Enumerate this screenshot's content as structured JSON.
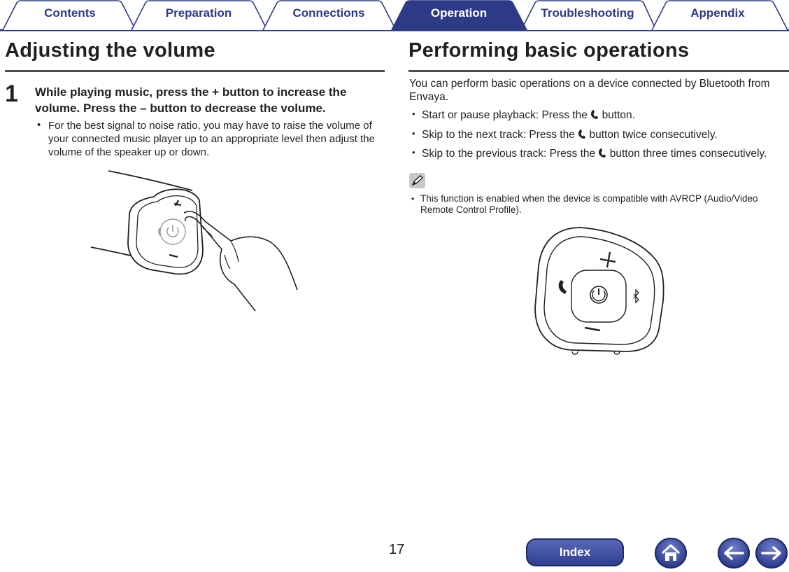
{
  "tabs": [
    {
      "label": "Contents",
      "active": false
    },
    {
      "label": "Preparation",
      "active": false
    },
    {
      "label": "Connections",
      "active": false
    },
    {
      "label": "Operation",
      "active": true
    },
    {
      "label": "Troubleshooting",
      "active": false
    },
    {
      "label": "Appendix",
      "active": false
    }
  ],
  "left": {
    "heading": "Adjusting the volume",
    "step_number": "1",
    "step_text": "While playing music, press the + button to increase the volume. Press the – button to decrease the volume.",
    "bullet": "For the best signal to noise ratio, you may have to raise the volume of your connected music player up to an appropriate level then adjust the volume of the speaker up or down."
  },
  "right": {
    "heading": "Performing basic operations",
    "intro": "You can perform basic operations on a device connected by Bluetooth from Envaya.",
    "ops": [
      {
        "before": "Start or pause playback: Press the",
        "after": "button."
      },
      {
        "before": "Skip to the next track: Press the",
        "after": "button twice consecutively."
      },
      {
        "before": "Skip to the previous track: Press the",
        "after": "button three times consecutively."
      }
    ],
    "note": "This function is enabled when the device is compatible with AVRCP (Audio/Video Remote Control Profile)."
  },
  "footer": {
    "page_number": "17",
    "index_label": "Index"
  },
  "colors": {
    "tab_active": "#2d3b86",
    "tab_text": "#2d3b86",
    "accent_button": "#3a4a9c"
  }
}
